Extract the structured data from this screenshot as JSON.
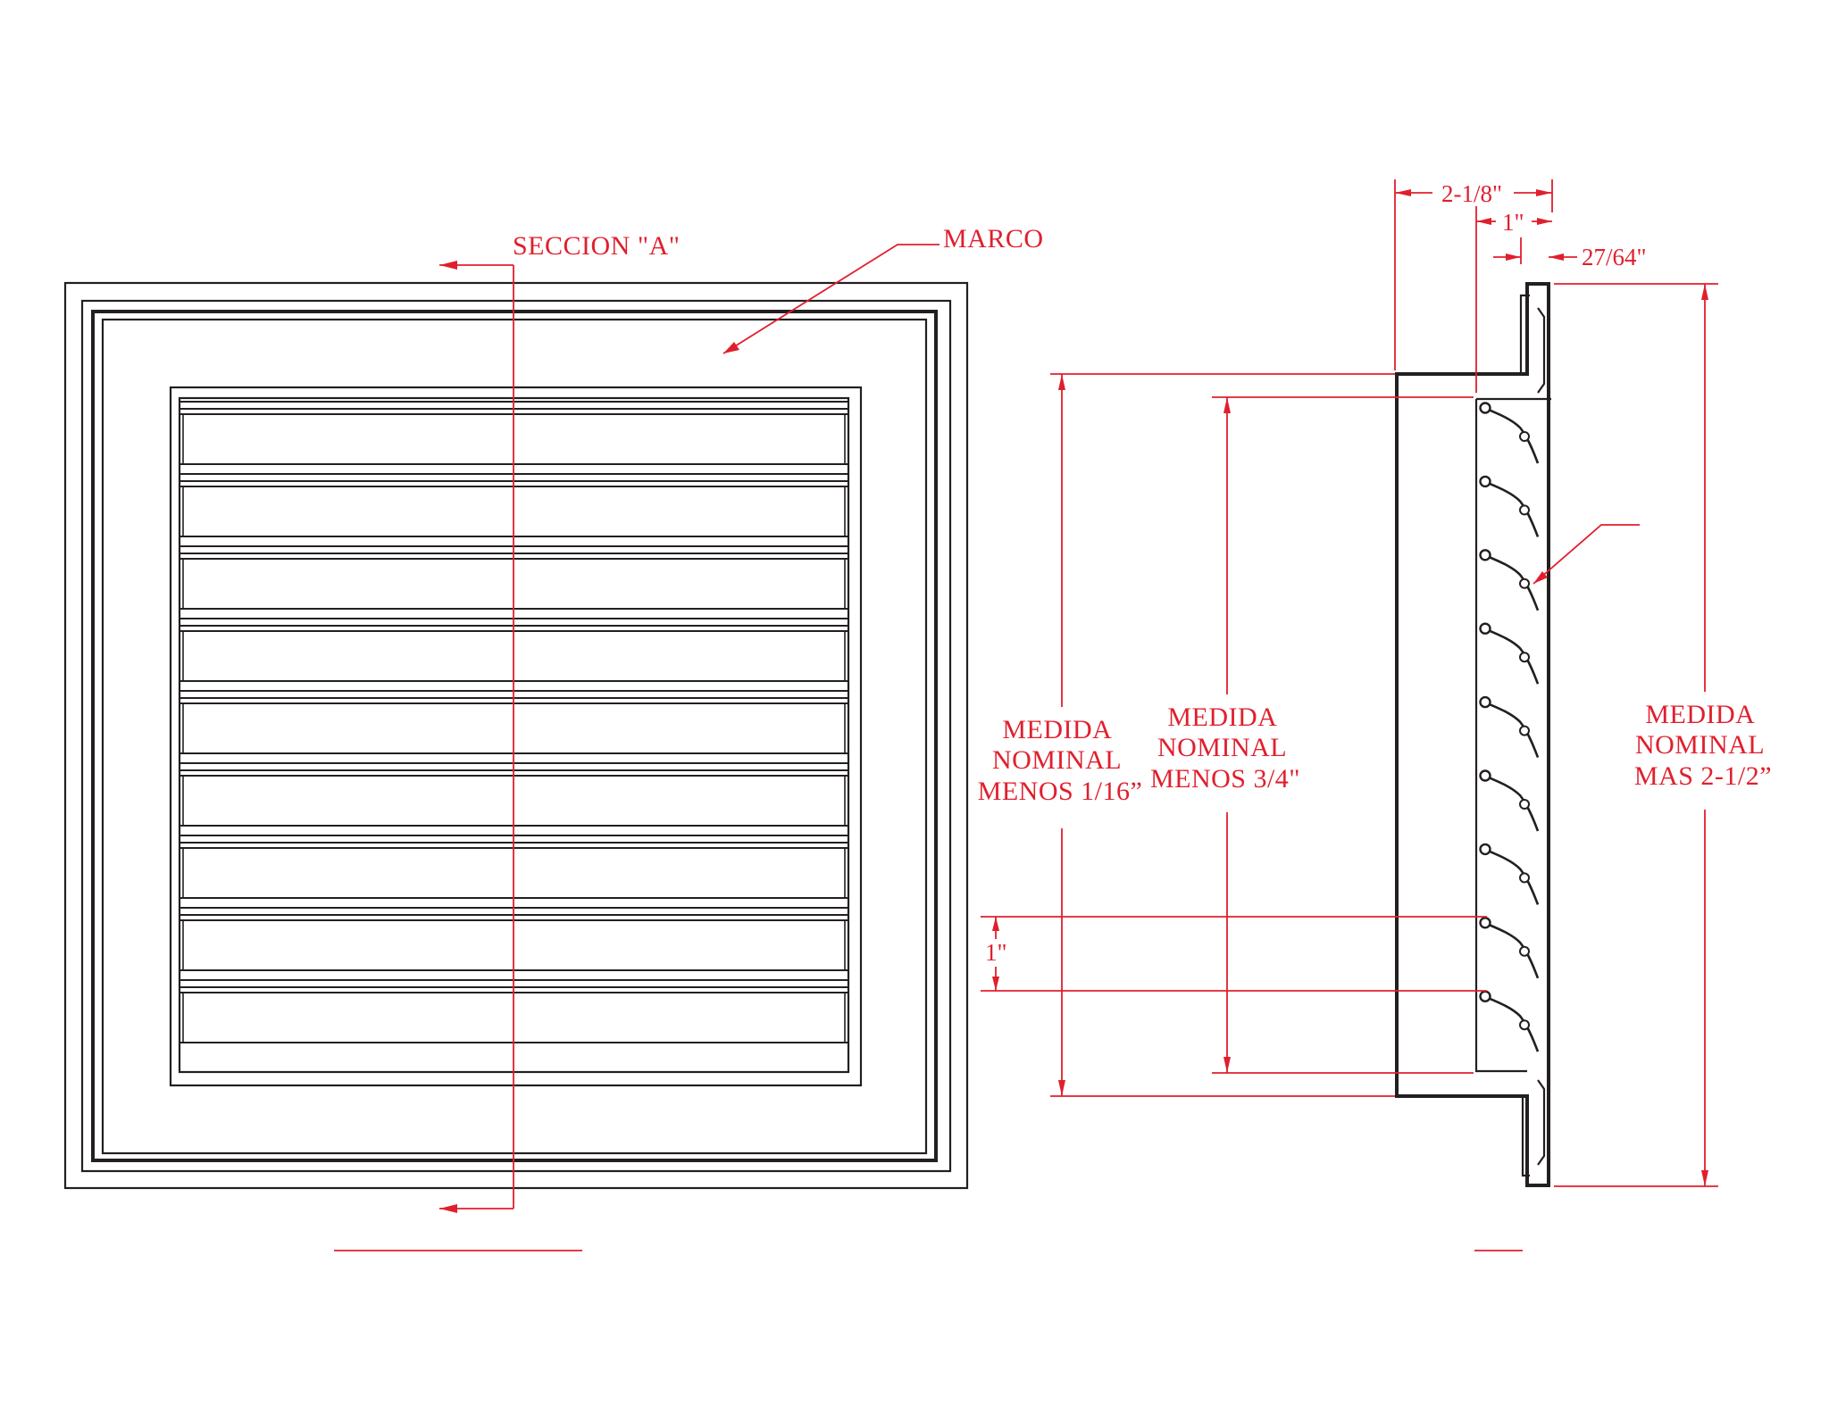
{
  "colors": {
    "outline": "#231f20",
    "dimension": "#e01f2d",
    "background": "#ffffff"
  },
  "front_view": {
    "section_label": "SECCION \"A\"",
    "frame_label": "MARCO",
    "louver_count": 9
  },
  "side_view": {
    "dimensions": {
      "total_depth": "2-1/8\"",
      "flange_depth": "1\"",
      "flange_thickness": "27/64\"",
      "louver_pitch": "1\""
    },
    "height_labels": {
      "outer_body": [
        "MEDIDA",
        "NOMINAL",
        "MENOS 1/16”"
      ],
      "inner_opening": [
        "MEDIDA",
        "NOMINAL",
        "MENOS 3/4\""
      ],
      "overall_flange": [
        "MEDIDA",
        "NOMINAL",
        "MAS 2-1/2”"
      ]
    },
    "blade_count": 9
  }
}
